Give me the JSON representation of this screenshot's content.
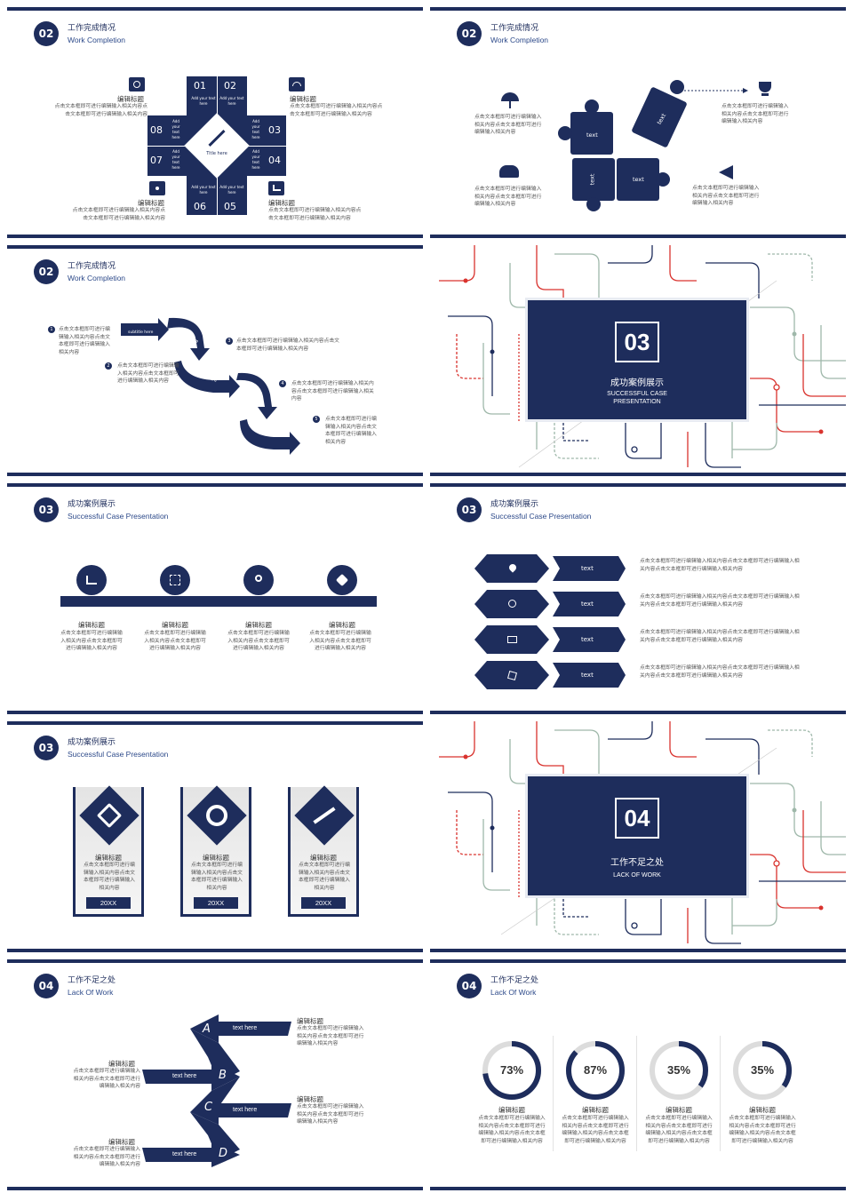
{
  "colors": {
    "navy": "#1e2d5c",
    "red": "#d9332e",
    "sage": "#9fb8aa",
    "grey": "#dcdcdc"
  },
  "s1": {
    "num": "02",
    "cn": "工作完成情况",
    "en": "Work Completion",
    "title": "Title here",
    "nums": [
      "01",
      "02",
      "03",
      "04",
      "05",
      "06",
      "07",
      "08"
    ],
    "add": "Add your text here",
    "left_top": {
      "title": "编辑标题",
      "body": "点击文本框即可进行编辑输入相关内容点击文本框即可进行编辑输入相关内容"
    },
    "right_top": {
      "title": "编辑标题",
      "body": "点击文本框即可进行编辑输入相关内容点击文本框即可进行编辑输入相关内容"
    },
    "left_bottom": {
      "title": "编辑标题",
      "body": "点击文本框即可进行编辑输入相关内容点击文本框即可进行编辑输入相关内容"
    },
    "right_bottom": {
      "title": "编辑标题",
      "body": "点击文本框即可进行编辑输入相关内容点击文本框即可进行编辑输入相关内容"
    }
  },
  "s2": {
    "num": "02",
    "cn": "工作完成情况",
    "en": "Work Completion",
    "piece": "text",
    "b1": "点击文本框即可进行编辑输入相关内容点击文本框即可进行编辑输入相关内容",
    "b2": "点击文本框即可进行编辑输入相关内容点击文本框即可进行编辑输入相关内容",
    "b3": "点击文本框即可进行编辑输入相关内容点击文本框即可进行编辑输入相关内容",
    "b4": "点击文本框即可进行编辑输入相关内容点击文本框即可进行编辑输入相关内容"
  },
  "s3": {
    "num": "02",
    "cn": "工作完成情况",
    "en": "Work Completion",
    "sub": "subtitle here",
    "items": [
      {
        "n": "1",
        "t": "点击文本框即可进行编辑输入相关内容点击文本框即可进行编辑输入相关内容"
      },
      {
        "n": "2",
        "t": "点击文本框即可进行编辑输入相关内容点击文本框即可进行编辑输入相关内容"
      },
      {
        "n": "3",
        "t": "点击文本框即可进行编辑输入相关内容点击文本框即可进行编辑输入相关内容"
      },
      {
        "n": "4",
        "t": "点击文本框即可进行编辑输入相关内容点击文本框即可进行编辑输入相关内容"
      },
      {
        "n": "5",
        "t": "点击文本框即可进行编辑输入相关内容点击文本框即可进行编辑输入相关内容"
      }
    ]
  },
  "s4": {
    "num": "03",
    "cn": "成功案例展示",
    "en1": "SUCCESSFUL CASE",
    "en2": "PRESENTATION"
  },
  "s5": {
    "num": "03",
    "cn": "成功案例展示",
    "en": "Successful Case Presentation",
    "cols": [
      {
        "title": "编辑标题",
        "body": "点击文本框即可进行编辑输入相关内容点击文本框即可进行编辑输入相关内容"
      },
      {
        "title": "编辑标题",
        "body": "点击文本框即可进行编辑输入相关内容点击文本框即可进行编辑输入相关内容"
      },
      {
        "title": "编辑标题",
        "body": "点击文本框即可进行编辑输入相关内容点击文本框即可进行编辑输入相关内容"
      },
      {
        "title": "编辑标题",
        "body": "点击文本框即可进行编辑输入相关内容点击文本框即可进行编辑输入相关内容"
      }
    ]
  },
  "s6": {
    "num": "03",
    "cn": "成功案例展示",
    "en": "Successful Case Presentation",
    "label": "text",
    "rows": [
      "点击文本框即可进行编辑输入相关内容点击文本框即可进行编辑输入相关内容点击文本框即可进行编辑输入相关内容",
      "点击文本框即可进行编辑输入相关内容点击文本框即可进行编辑输入相关内容点击文本框即可进行编辑输入相关内容",
      "点击文本框即可进行编辑输入相关内容点击文本框即可进行编辑输入相关内容点击文本框即可进行编辑输入相关内容",
      "点击文本框即可进行编辑输入相关内容点击文本框即可进行编辑输入相关内容点击文本框即可进行编辑输入相关内容"
    ]
  },
  "s7": {
    "num": "03",
    "cn": "成功案例展示",
    "en": "Successful Case Presentation",
    "cards": [
      {
        "title": "编辑标题",
        "body": "点击文本框即可进行编辑输入相关内容点击文本框即可进行编辑输入相关内容",
        "year": "20XX"
      },
      {
        "title": "编辑标题",
        "body": "点击文本框即可进行编辑输入相关内容点击文本框即可进行编辑输入相关内容",
        "year": "20XX"
      },
      {
        "title": "编辑标题",
        "body": "点击文本框即可进行编辑输入相关内容点击文本框即可进行编辑输入相关内容",
        "year": "20XX"
      }
    ]
  },
  "s8": {
    "num": "04",
    "cn": "工作不足之处",
    "en": "LACK OF WORK"
  },
  "s9": {
    "num": "04",
    "cn": "工作不足之处",
    "en": "Lack Of Work",
    "label": "text here",
    "letters": [
      "A",
      "B",
      "C",
      "D"
    ],
    "blocks": [
      {
        "title": "编辑标题",
        "body": "点击文本框即可进行编辑输入相关内容点击文本框即可进行编辑输入相关内容"
      },
      {
        "title": "编辑标题",
        "body": "点击文本框即可进行编辑输入相关内容点击文本框即可进行编辑输入相关内容"
      },
      {
        "title": "编辑标题",
        "body": "点击文本框即可进行编辑输入相关内容点击文本框即可进行编辑输入相关内容"
      },
      {
        "title": "编辑标题",
        "body": "点击文本框即可进行编辑输入相关内容点击文本框即可进行编辑输入相关内容"
      }
    ]
  },
  "s10": {
    "num": "04",
    "cn": "工作不足之处",
    "en": "Lack Of Work",
    "rings": [
      {
        "pct": "73%",
        "value": 73,
        "title": "编辑标题",
        "body": "点击文本框即可进行编辑输入相关内容点击文本框即可进行编辑输入相关内容点击文本框即可进行编辑输入相关内容"
      },
      {
        "pct": "87%",
        "value": 87,
        "title": "编辑标题",
        "body": "点击文本框即可进行编辑输入相关内容点击文本框即可进行编辑输入相关内容点击文本框即可进行编辑输入相关内容"
      },
      {
        "pct": "35%",
        "value": 35,
        "title": "编辑标题",
        "body": "点击文本框即可进行编辑输入相关内容点击文本框即可进行编辑输入相关内容点击文本框即可进行编辑输入相关内容"
      },
      {
        "pct": "35%",
        "value": 35,
        "title": "编辑标题",
        "body": "点击文本框即可进行编辑输入相关内容点击文本框即可进行编辑输入相关内容点击文本框即可进行编辑输入相关内容"
      }
    ]
  }
}
